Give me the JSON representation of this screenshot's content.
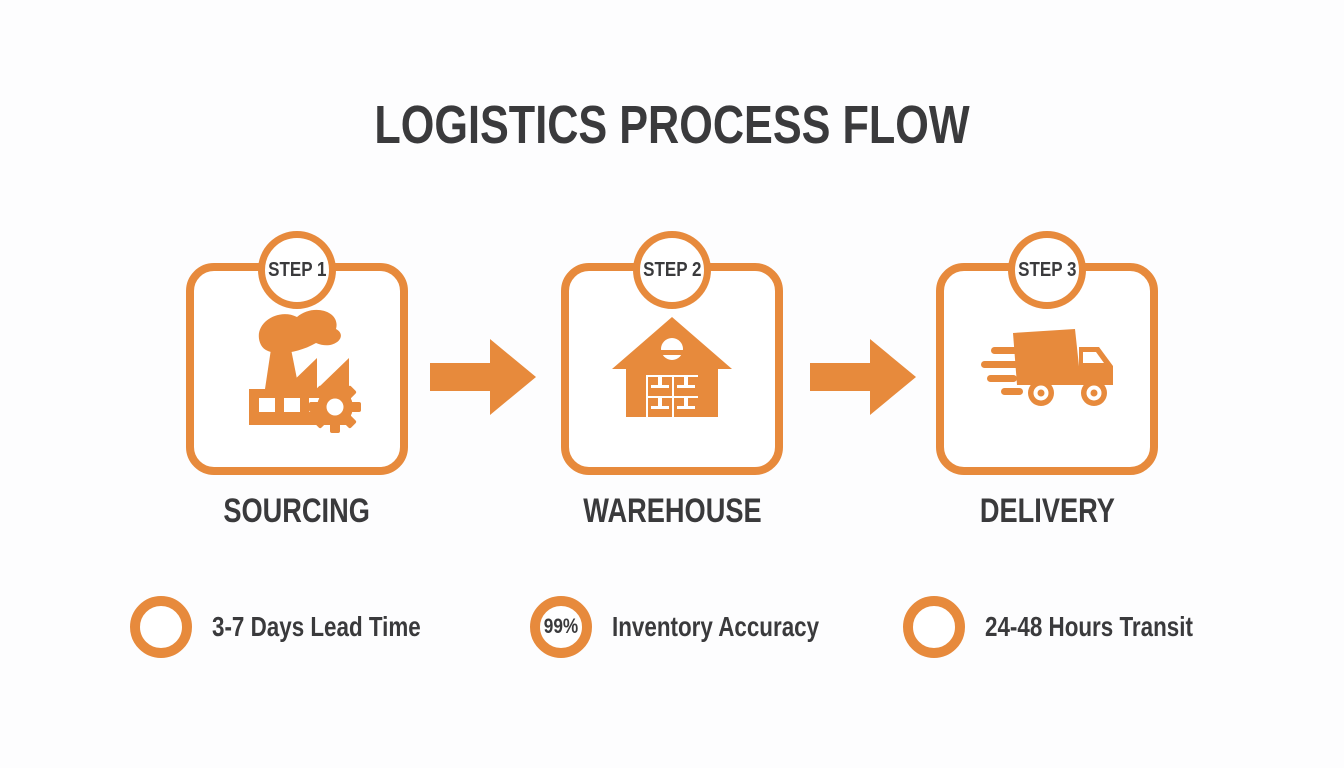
{
  "colors": {
    "accent": "#E78A3C",
    "text": "#3A3A3C",
    "background": "#FDFDFE"
  },
  "title": "LOGISTICS PROCESS FLOW",
  "steps": [
    {
      "badge": "STEP 1",
      "label": "SOURCING",
      "icon": "factory-icon"
    },
    {
      "badge": "STEP 2",
      "label": "WAREHOUSE",
      "icon": "warehouse-icon"
    },
    {
      "badge": "STEP 3",
      "label": "DELIVERY",
      "icon": "delivery-truck-icon"
    }
  ],
  "arrows": {
    "direction": "right",
    "count": 2
  },
  "stats": [
    {
      "value": "",
      "label": "3-7 Days Lead Time"
    },
    {
      "value": "99%",
      "label": "Inventory Accuracy"
    },
    {
      "value": "",
      "label": "24-48 Hours Transit"
    }
  ]
}
